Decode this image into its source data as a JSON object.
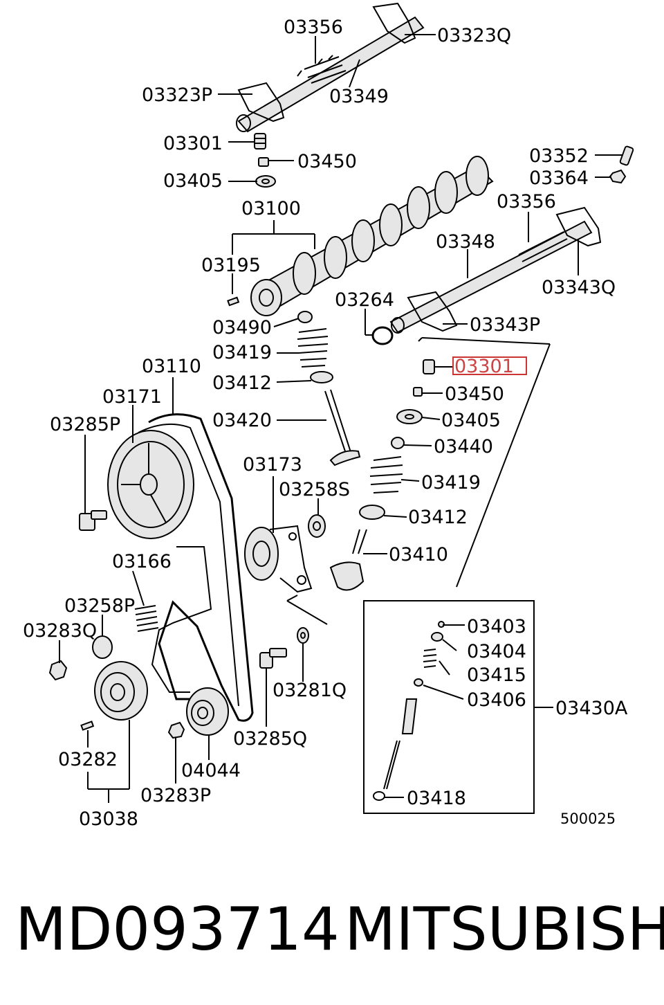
{
  "labels": {
    "l03356a": "03356",
    "l03323q": "03323Q",
    "l03323p": "03323P",
    "l03349": "03349",
    "l03301a": "03301",
    "l03450a": "03450",
    "l03405a": "03405",
    "l03352": "03352",
    "l03364": "03364",
    "l03100": "03100",
    "l03356b": "03356",
    "l03348": "03348",
    "l03195": "03195",
    "l03343q": "03343Q",
    "l03264": "03264",
    "l03343p": "03343P",
    "l03490": "03490",
    "l03419a": "03419",
    "l03301b": "03301",
    "l03110": "03110",
    "l03412a": "03412",
    "l03450b": "03450",
    "l03171": "03171",
    "l03285p": "03285P",
    "l03420": "03420",
    "l03405b": "03405",
    "l03440": "03440",
    "l03173": "03173",
    "l03419b": "03419",
    "l03258s": "03258S",
    "l03412b": "03412",
    "l03410": "03410",
    "l03166": "03166",
    "l03258p": "03258P",
    "l03283q": "03283Q",
    "l03403": "03403",
    "l03404": "03404",
    "l03415": "03415",
    "l03406": "03406",
    "l03430a": "03430A",
    "l03281q": "03281Q",
    "l03285q": "03285Q",
    "l03282": "03282",
    "l04044": "04044",
    "l03283p": "03283P",
    "l03418": "03418",
    "l03038": "03038",
    "l500025": "500025"
  },
  "highlight_color": "#cc3333",
  "footer": {
    "part_number": "MD093714",
    "brand": "MITSUBISHI"
  }
}
